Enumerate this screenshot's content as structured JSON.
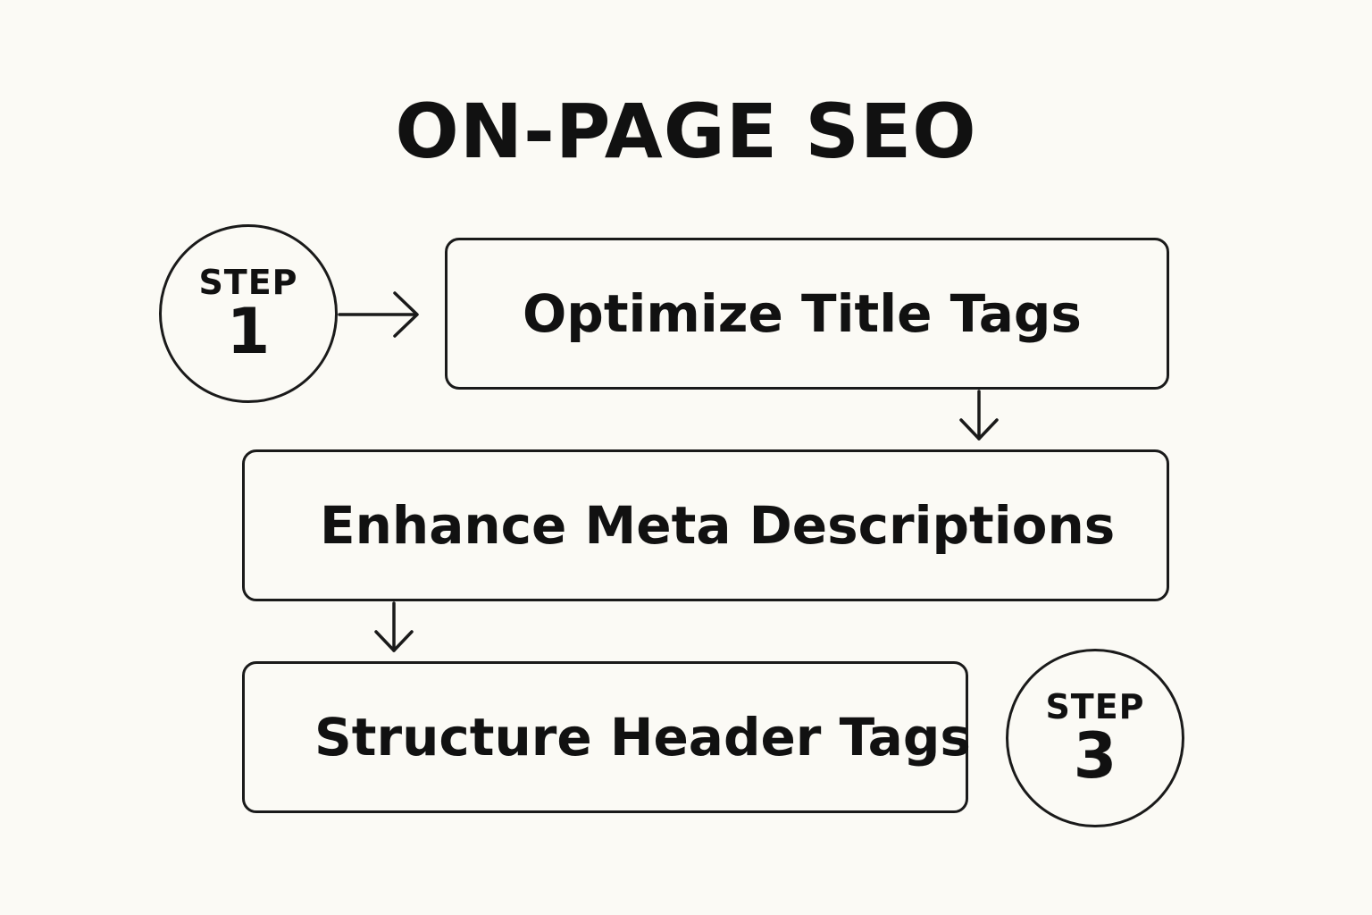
{
  "diagram": {
    "title": "ON-PAGE SEO",
    "steps": [
      {
        "word": "STEP",
        "number": "1"
      },
      {
        "word": "STEP",
        "number": "3"
      }
    ],
    "boxes": [
      {
        "label": "Optimize Title Tags"
      },
      {
        "label": "Enhance Meta Descriptions"
      },
      {
        "label": "Structure Header Tags"
      }
    ]
  },
  "colors": {
    "background": "#fbfaf5",
    "ink": "#111111",
    "stroke": "#1a1a1a"
  }
}
